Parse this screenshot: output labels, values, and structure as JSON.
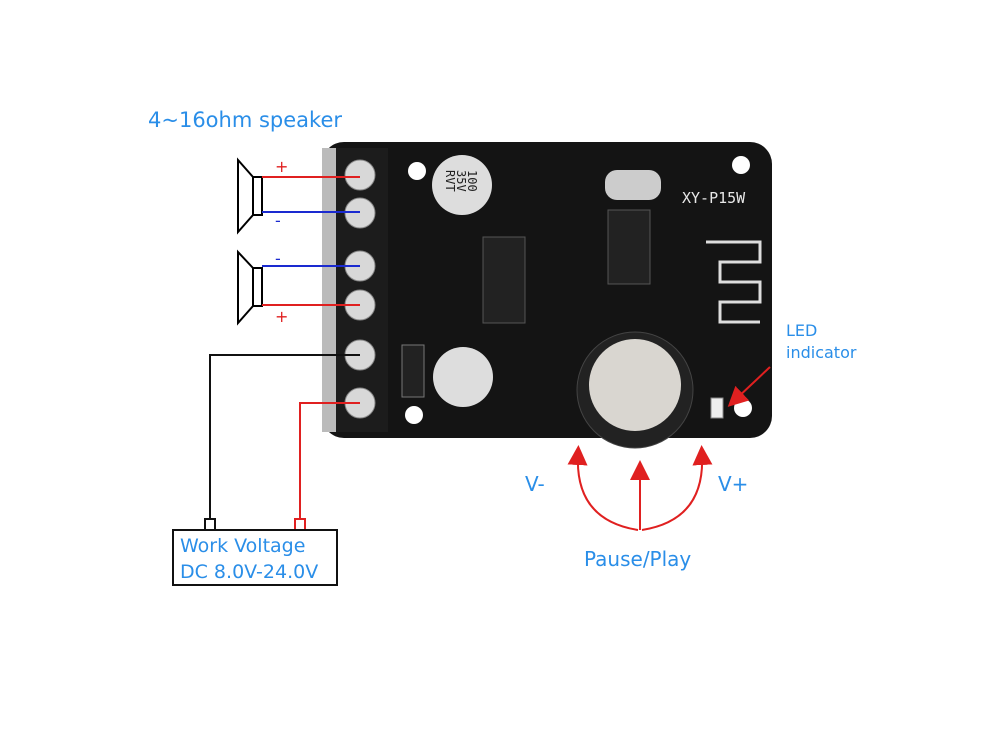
{
  "speaker_label": "4~16ohm speaker",
  "speaker_terminals": [
    "+",
    "-",
    "-",
    "+"
  ],
  "board": {
    "model": "XY-P15W",
    "capacitor_marking": [
      "100",
      "35V",
      "RVT"
    ]
  },
  "led_label": [
    "LED",
    "indicator"
  ],
  "knob": {
    "left_label": "V-",
    "right_label": "V+",
    "press_label": "Pause/Play"
  },
  "power_box": {
    "line1": "Work Voltage",
    "line2": "DC 8.0V-24.0V"
  },
  "colors": {
    "label_blue": "#2a8ee8",
    "wire_red": "#e02020",
    "wire_blue": "#1a2ad0",
    "wire_black": "#111111",
    "pcb": "#141414"
  }
}
